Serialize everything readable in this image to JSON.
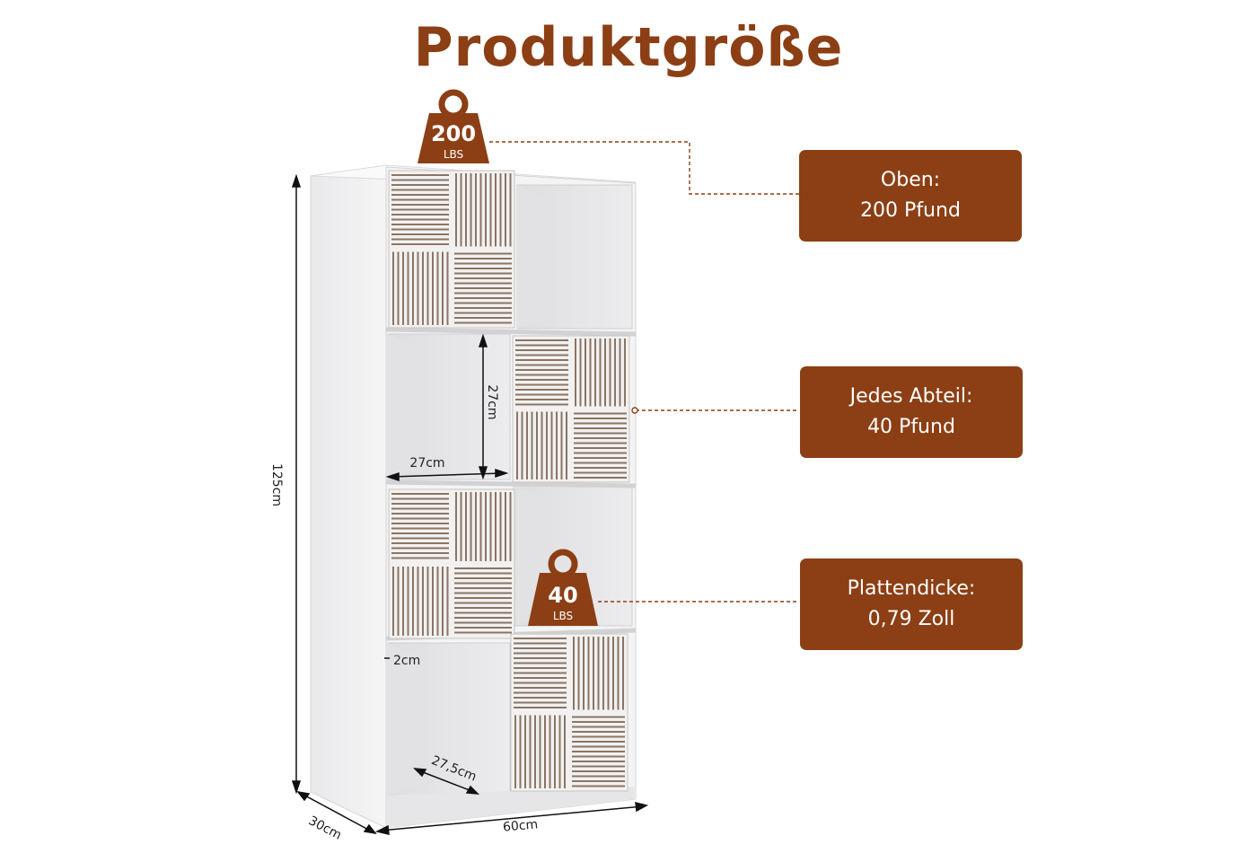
{
  "title": "Produktgröße",
  "weights": {
    "top": {
      "value": "200",
      "unit": "LBS"
    },
    "compartment": {
      "value": "40",
      "unit": "LBS"
    }
  },
  "info_boxes": [
    {
      "line1": "Oben:",
      "line2": "200 Pfund"
    },
    {
      "line1": "Jedes Abteil:",
      "line2": "40 Pfund"
    },
    {
      "line1": "Plattendicke:",
      "line2": "0,79 Zoll"
    }
  ],
  "dimensions": {
    "height": "125cm",
    "width": "60cm",
    "depth": "30cm",
    "compartment_width": "27cm",
    "compartment_height": "27cm",
    "compartment_depth": "27,5cm",
    "panel_thickness": "2cm"
  },
  "colors": {
    "accent": "#8c3f14",
    "shelf_white": "#f4f4f5",
    "slat": "#8a7566"
  }
}
